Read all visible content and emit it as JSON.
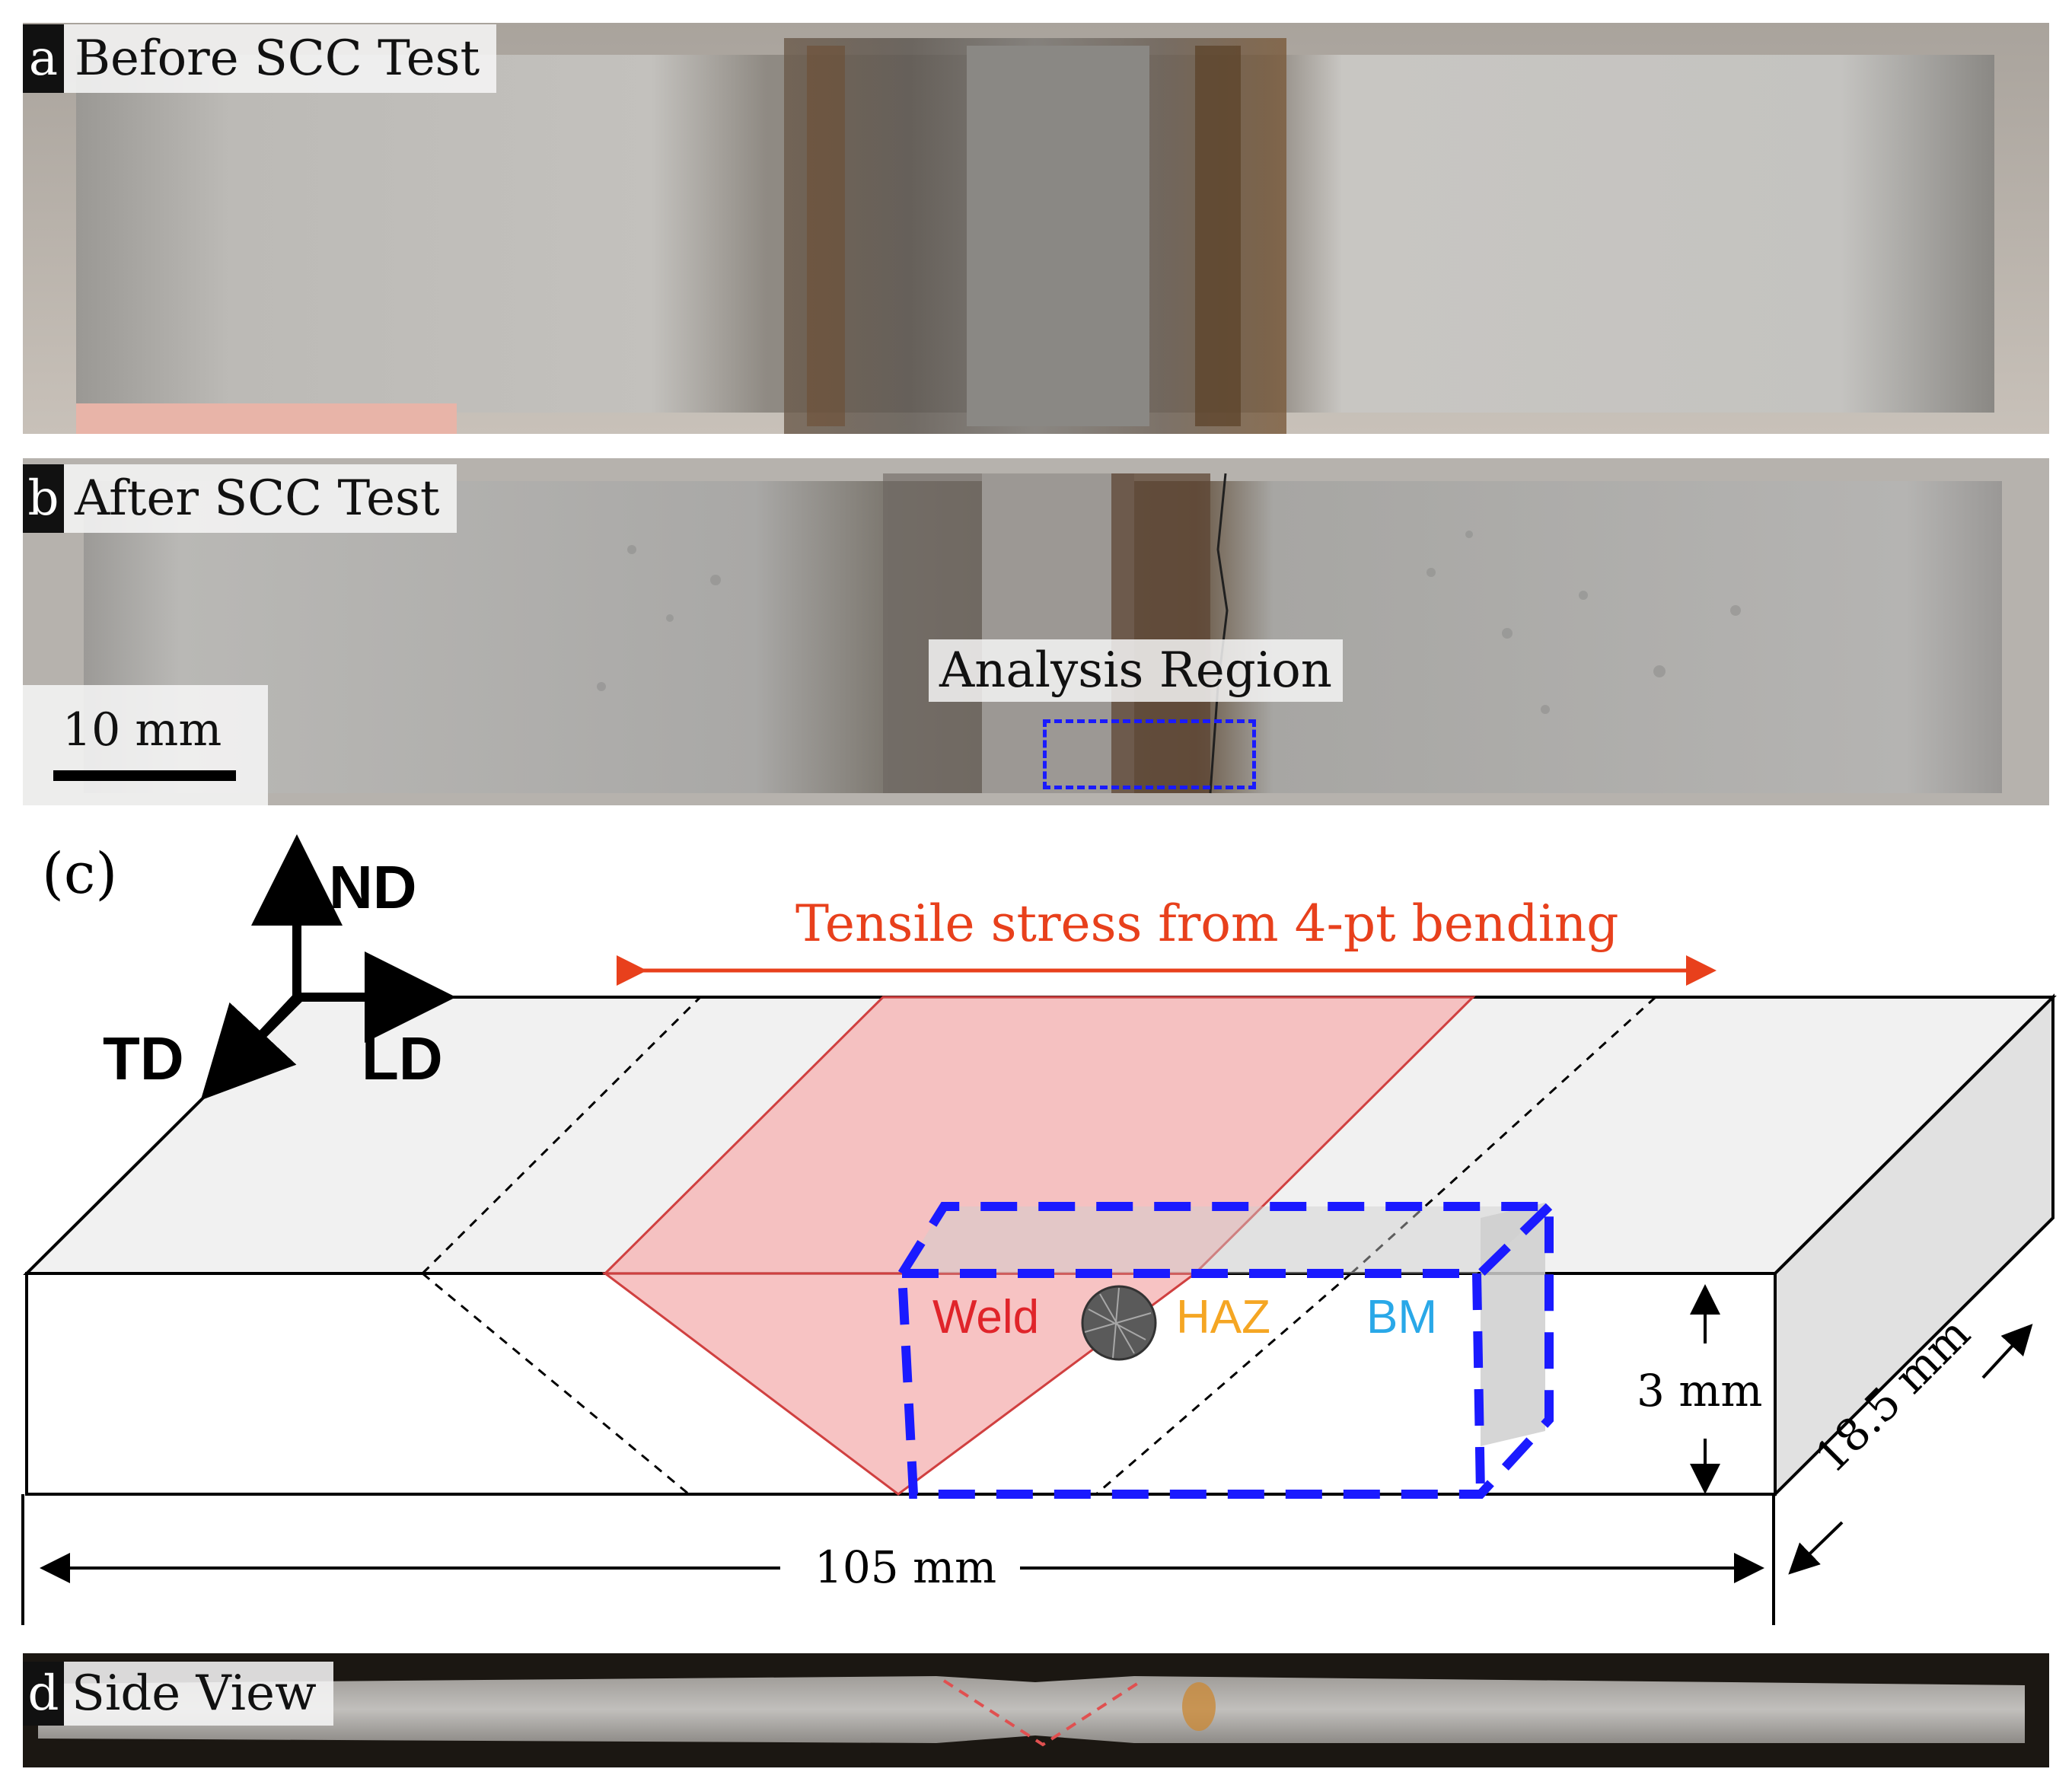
{
  "panel_a": {
    "letter": "a",
    "title": "Before SCC Test"
  },
  "panel_b": {
    "letter": "b",
    "title": "After SCC Test",
    "region_label": "Analysis Region",
    "scale_bar": "10 mm"
  },
  "panel_c": {
    "letter": "(c)",
    "axes": {
      "normal": "ND",
      "transverse": "TD",
      "longitudinal": "LD"
    },
    "stress_label": "Tensile stress from 4-pt bending",
    "zones": {
      "weld": "Weld",
      "haz": "HAZ",
      "bm": "BM"
    },
    "dimensions": {
      "thickness": "3 mm",
      "length": "105 mm",
      "width": "18.5 mm"
    },
    "colors": {
      "stress_arrow": "#e8401c",
      "weld": "#e0242a",
      "haz": "#f5a623",
      "bm": "#29a8e8",
      "region": "#1a1aff",
      "weld_fill": "#f6b8b8"
    }
  },
  "panel_d": {
    "letter": "d",
    "title": "Side View"
  }
}
